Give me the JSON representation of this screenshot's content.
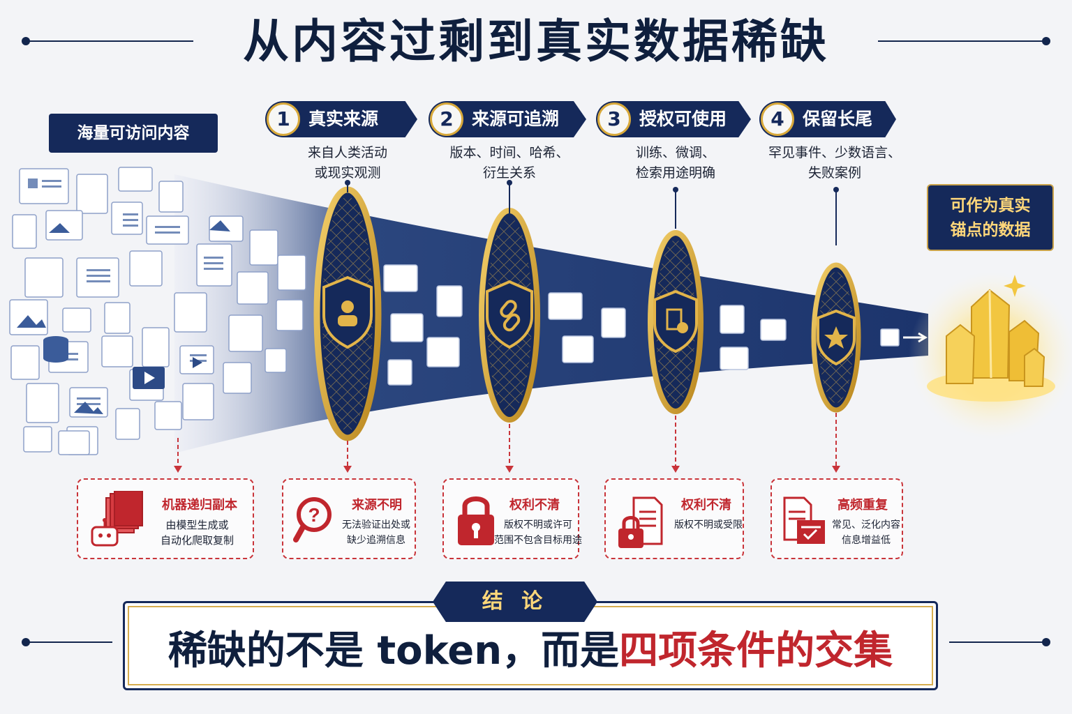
{
  "title": "从内容过剩到真实数据稀缺",
  "source_label": "海量可访问内容",
  "steps": [
    {
      "num": "1",
      "label": "真实来源",
      "desc": [
        "来自人类活动",
        "或现实观测"
      ],
      "shield_icon": "person-icon"
    },
    {
      "num": "2",
      "label": "来源可追溯",
      "desc": [
        "版本、时间、哈希、",
        "衍生关系"
      ],
      "shield_icon": "link-icon"
    },
    {
      "num": "3",
      "label": "授权可使用",
      "desc": [
        "训练、微调、",
        "检索用途明确"
      ],
      "shield_icon": "document-check-icon"
    },
    {
      "num": "4",
      "label": "保留长尾",
      "desc": [
        "罕见事件、少数语言、",
        "失败案例"
      ],
      "shield_icon": "star-icon"
    }
  ],
  "anchor_label": [
    "可作为真实",
    "锚点的数据"
  ],
  "problems": [
    {
      "title": "机器递归副本",
      "desc": [
        "由模型生成或",
        "自动化爬取复制"
      ],
      "icon": "robot-copies-icon"
    },
    {
      "title": "来源不明",
      "desc": [
        "无法验证出处或",
        "缺少追溯信息"
      ],
      "icon": "question-magnifier-icon"
    },
    {
      "title": "权利不清",
      "desc": [
        "版权不明或许可",
        "范围不包含目标用途"
      ],
      "icon": "padlock-icon"
    },
    {
      "title": "权利不清",
      "desc": [
        "版权不明或受限"
      ],
      "icon": "locked-document-icon"
    },
    {
      "title": "高频重复",
      "desc": [
        "常见、泛化内容",
        "信息增益低"
      ],
      "icon": "duplicate-document-icon"
    }
  ],
  "conclusion": {
    "tag": "结 论",
    "text_prefix": "稀缺的不是 token，而是",
    "text_highlight": "四项条件的交集"
  },
  "colors": {
    "navy": "#15295a",
    "gold": "#d8a93a",
    "red": "#c0262d"
  }
}
